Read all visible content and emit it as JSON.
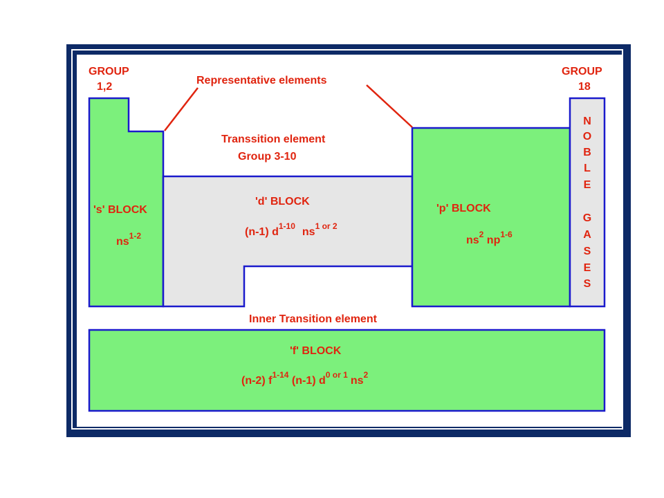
{
  "colors": {
    "frame": "#0d2a66",
    "block_fill": "#7cf07c",
    "d_block_fill": "#e6e6e6",
    "outline": "#1a1acc",
    "label": "#e0240f"
  },
  "labels": {
    "group_left_line1": "GROUP",
    "group_left_line2": "1,2",
    "group_right_line1": "GROUP",
    "group_right_line2": "18",
    "representative": "Representative elements",
    "transition_line1": "Transsition element",
    "transition_line2": "Group  3-10",
    "inner_transition": "Inner Transition element"
  },
  "s_block": {
    "title": "'s' BLOCK",
    "config_base": "ns",
    "config_sup": "1-2"
  },
  "d_block": {
    "title": "'d' BLOCK",
    "config_a": "(n-1)  d",
    "config_a_sup": "1-10",
    "config_b": "ns",
    "config_b_sup": "1 or 2"
  },
  "p_block": {
    "title": "'p' BLOCK",
    "config_a": "ns",
    "config_a_sup": "2",
    "config_b": " np",
    "config_b_sup": "1-6"
  },
  "noble": {
    "letters": [
      "N",
      "O",
      "B",
      "L",
      "E",
      "",
      "G",
      "A",
      "S",
      "E",
      "S"
    ]
  },
  "f_block": {
    "title": "'f'  BLOCK",
    "config_a": "(n-2) f",
    "config_a_sup": "1-14",
    "config_b": " (n-1)  d",
    "config_b_sup": "0 or 1",
    "config_c": "ns",
    "config_c_sup": "2"
  }
}
